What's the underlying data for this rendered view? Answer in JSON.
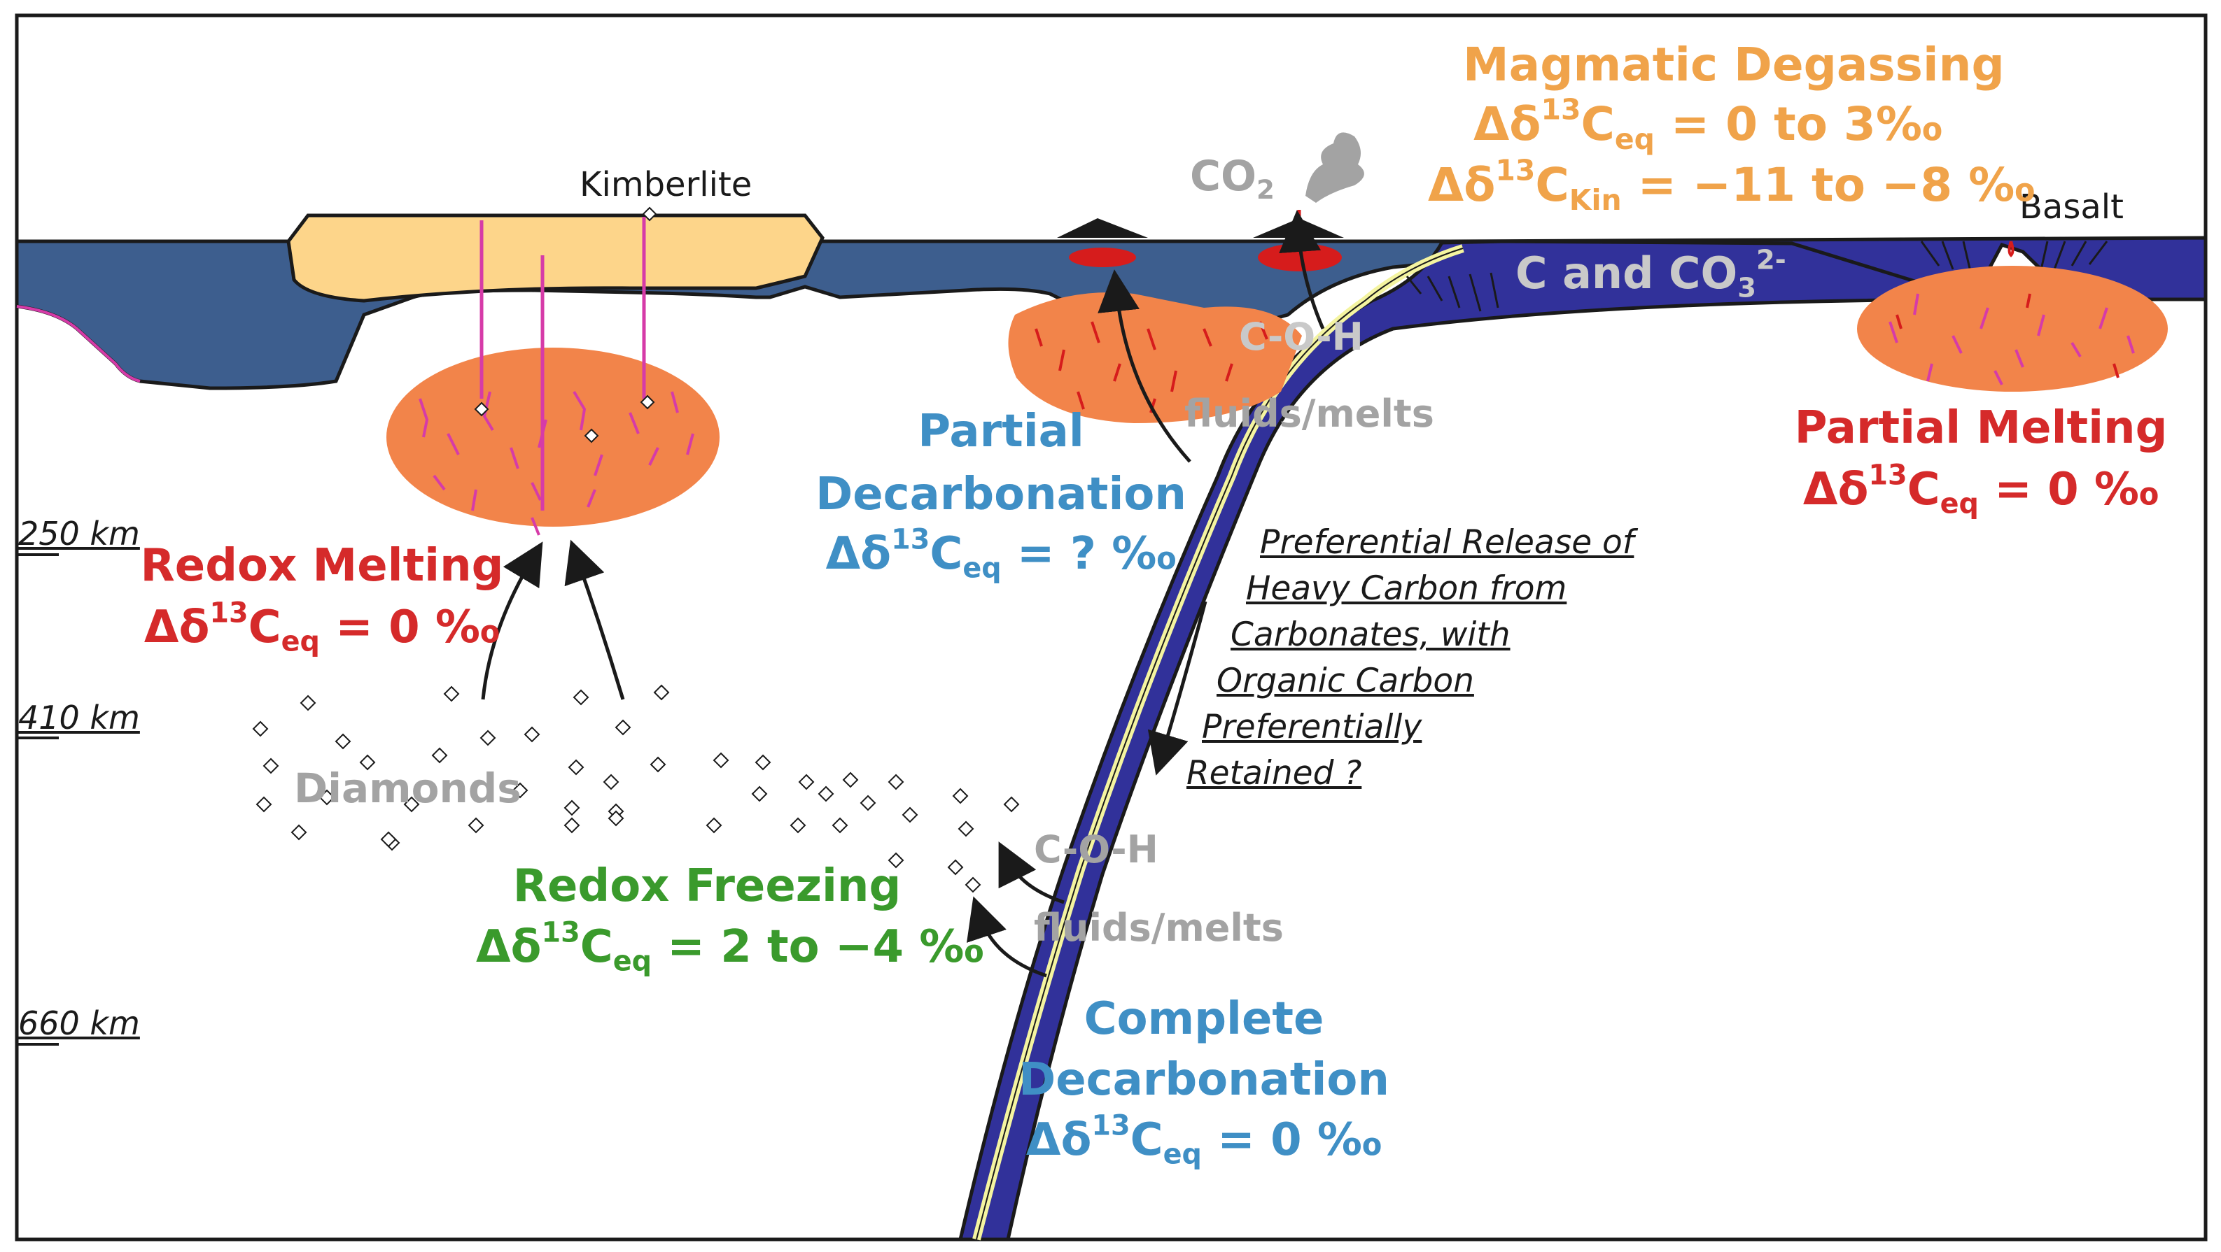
{
  "labels": {
    "kimberlite": "Kimberlite",
    "co2": {
      "base": "CO",
      "sub": "2"
    },
    "basalt": "Basalt",
    "c_and_co3": {
      "base": "C and CO",
      "sub": "3",
      "sup": "2-"
    },
    "coh_upper": "C-O-H",
    "fluids_upper": "fluids/melts",
    "coh_lower": "C-O-H",
    "fluids_lower": "fluids/melts",
    "diamonds": "Diamonds"
  },
  "magmatic_degassing": {
    "title": "Magmatic Degassing",
    "eq1": {
      "delta": "Δδ",
      "sup": "13",
      "c": "C",
      "sub": "eq",
      "rest": " = 0 to 3‰"
    },
    "eq2": {
      "delta": "Δδ",
      "sup": "13",
      "c": "C",
      "sub": "Kin",
      "rest": " = −11 to −8 ‰"
    }
  },
  "partial_melting": {
    "title": "Partial Melting",
    "eq": {
      "delta": "Δδ",
      "sup": "13",
      "c": "C",
      "sub": "eq",
      "rest": " = 0 ‰"
    }
  },
  "partial_decarbonation": {
    "line1": "Partial",
    "line2": "Decarbonation",
    "eq": {
      "delta": "Δδ",
      "sup": "13",
      "c": "C",
      "sub": "eq",
      "rest": " = ? ‰"
    }
  },
  "redox_melting": {
    "title": "Redox Melting",
    "eq": {
      "delta": "Δδ",
      "sup": "13",
      "c": "C",
      "sub": "eq",
      "rest": " = 0 ‰"
    }
  },
  "redox_freezing": {
    "title": "Redox Freezing",
    "eq": {
      "delta": "Δδ",
      "sup": "13",
      "c": "C",
      "sub": "eq",
      "rest": " = 2 to −4 ‰"
    }
  },
  "complete_decarbonation": {
    "line1": "Complete",
    "line2": "Decarbonation",
    "eq": {
      "delta": "Δδ",
      "sup": "13",
      "c": "C",
      "sub": "eq",
      "rest": " = 0 ‰"
    }
  },
  "preferential_release": [
    "Preferential Release of",
    "Heavy Carbon from",
    "Carbonates, with",
    "Organic Carbon",
    "Preferentially",
    "Retained ?"
  ],
  "depths": [
    "250 km",
    "410 km",
    "660 km"
  ],
  "colors": {
    "ocean_crust": "#3d5e8e",
    "slab": "#31319a",
    "slab_rim": "#f4f4a0",
    "melt_zone": "#f2844a",
    "kimberlite_body": "#fdd58a",
    "veins": "#d63ba8",
    "magma_chamber": "#d61c1c",
    "degassing": "#f0a34a",
    "melting": "#d52a2a",
    "decarbonation": "#3f8fc5",
    "freezing": "#3a9a2c"
  }
}
